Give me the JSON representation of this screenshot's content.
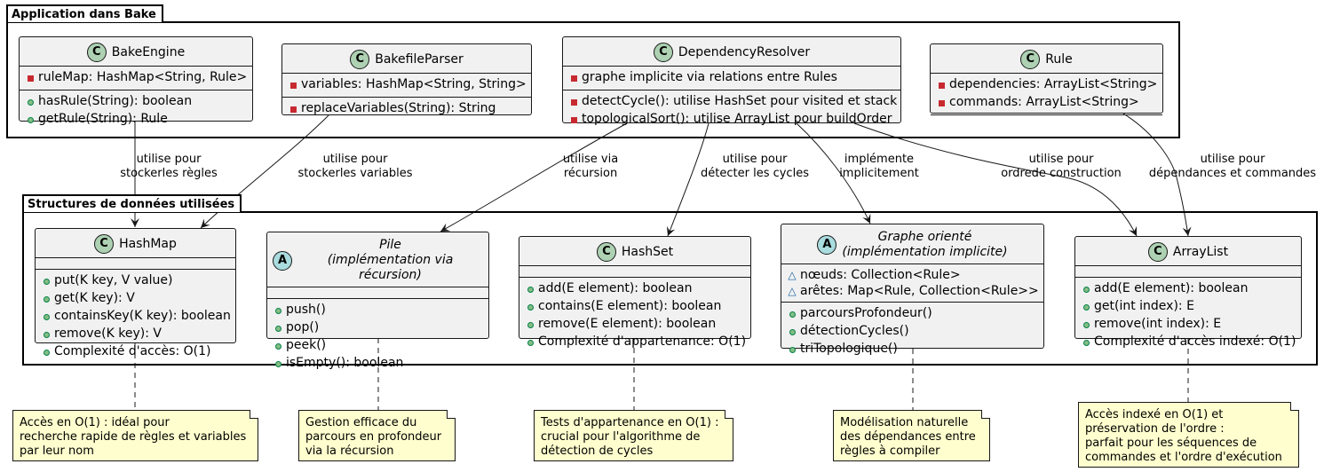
{
  "packages": {
    "app": "Application dans Bake",
    "ds": "Structures de données utilisées"
  },
  "classes": {
    "bake_engine": {
      "name": "BakeEngine",
      "badge": "C",
      "attributes": [
        "ruleMap: HashMap<String, Rule>"
      ],
      "methods": [
        "hasRule(String): boolean",
        "getRule(String): Rule"
      ]
    },
    "bakefile_parser": {
      "name": "BakefileParser",
      "badge": "C",
      "attributes": [
        "variables: HashMap<String, String>"
      ],
      "methods": [
        "replaceVariables(String): String"
      ]
    },
    "dependency_resolver": {
      "name": "DependencyResolver",
      "badge": "C",
      "attributes": [
        "graphe implicite via relations entre Rules"
      ],
      "methods": [
        "detectCycle(): utilise HashSet pour visited et stack",
        "topologicalSort(): utilise ArrayList pour buildOrder"
      ]
    },
    "rule": {
      "name": "Rule",
      "badge": "C",
      "attributes": [
        "dependencies: ArrayList<String>",
        "commands: ArrayList<String>"
      ],
      "methods": []
    },
    "hashmap": {
      "name": "HashMap",
      "badge": "C",
      "methods": [
        "put(K key, V value)",
        "get(K key): V",
        "containsKey(K key): boolean",
        "remove(K key): V",
        "Complexité d'accès: O(1)"
      ]
    },
    "pile": {
      "name_line1": "Pile",
      "name_line2": "(implémentation via récursion)",
      "badge": "A",
      "methods": [
        "push()",
        "pop()",
        "peek()",
        "isEmpty(): boolean"
      ]
    },
    "hashset": {
      "name": "HashSet",
      "badge": "C",
      "methods": [
        "add(E element): boolean",
        "contains(E element): boolean",
        "remove(E element): boolean",
        "Complexité d'appartenance: O(1)"
      ]
    },
    "graphe": {
      "name_line1": "Graphe orienté",
      "name_line2": "(implémentation implicite)",
      "badge": "A",
      "attributes": [
        "nœuds: Collection<Rule>",
        "arêtes: Map<Rule, Collection<Rule>>"
      ],
      "methods": [
        "parcoursProfondeur()",
        "détectionCycles()",
        "triTopologique()"
      ]
    },
    "arraylist": {
      "name": "ArrayList",
      "badge": "C",
      "methods": [
        "add(E element): boolean",
        "get(int index): E",
        "remove(int index): E",
        "Complexité d'accès indexé: O(1)"
      ]
    }
  },
  "edges": {
    "engine_hashmap": [
      "utilise pour",
      "stockerles règles"
    ],
    "parser_hashmap": [
      "utilise pour",
      "stockerles variables"
    ],
    "resolver_pile": [
      "utilise via",
      "récursion"
    ],
    "resolver_hashset": [
      "utilise pour",
      "détecter les cycles"
    ],
    "resolver_graphe": [
      "implémente",
      "implicitement"
    ],
    "resolver_arraylist": [
      "utilise pour",
      "ordrede construction"
    ],
    "rule_arraylist": [
      "utilise pour",
      "dépendances et commandes"
    ]
  },
  "notes": {
    "hashmap": [
      "Accès en O(1) : idéal pour",
      "recherche rapide de règles et variables",
      "par leur nom"
    ],
    "pile": [
      "Gestion efficace du",
      "parcours en profondeur",
      "via la récursion"
    ],
    "hashset": [
      "Tests d'appartenance en O(1) :",
      "crucial pour l'algorithme de",
      "détection de cycles"
    ],
    "graphe": [
      "Modélisation naturelle",
      "des dépendances entre",
      "règles à compiler"
    ],
    "arraylist": [
      "Accès indexé en O(1) et",
      "préservation de l'ordre :",
      "parfait pour les séquences de",
      "commandes et l'ordre d'exécution"
    ]
  },
  "colors": {
    "class_fill": "#f1f1f1",
    "class_badge": "#add1b2",
    "abstract_badge": "#a9dcdf",
    "note_fill": "#fefece",
    "private": "#c82930",
    "public": "#84be84",
    "package_vis": "#1963a0"
  },
  "icons": {
    "private": "red-square-icon",
    "public": "green-circle-icon",
    "package": "triangle-icon"
  }
}
